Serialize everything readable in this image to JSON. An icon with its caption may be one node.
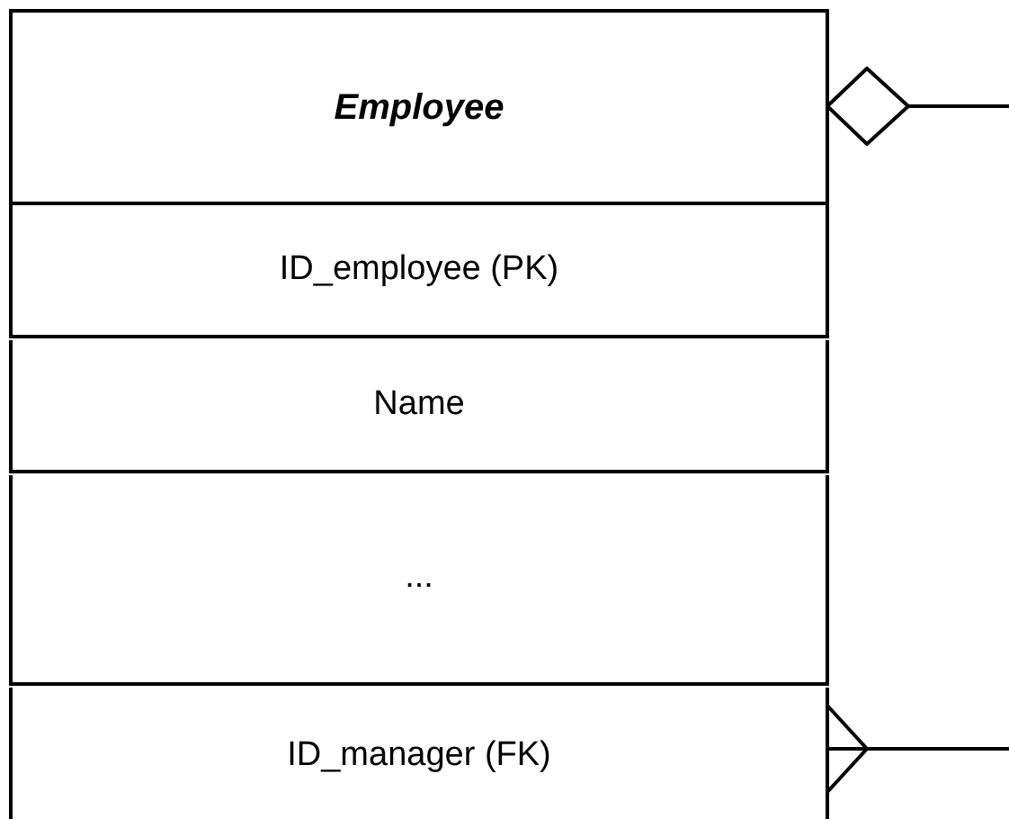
{
  "diagram": {
    "nodes": [
      {
        "text": [
          "Employee"
        ]
      },
      {
        "text": [
          "ID_employee (PK)"
        ]
      },
      {
        "text": [
          "Name"
        ]
      },
      {
        "text": [
          "..."
        ]
      },
      {
        "text": [
          "ID_manager (FK)"
        ]
      }
    ],
    "edges": [
      {
        "from": 0,
        "to": null,
        "arrow": "other"
      },
      {
        "from": 4,
        "to": null,
        "arrow": "other"
      }
    ]
  }
}
